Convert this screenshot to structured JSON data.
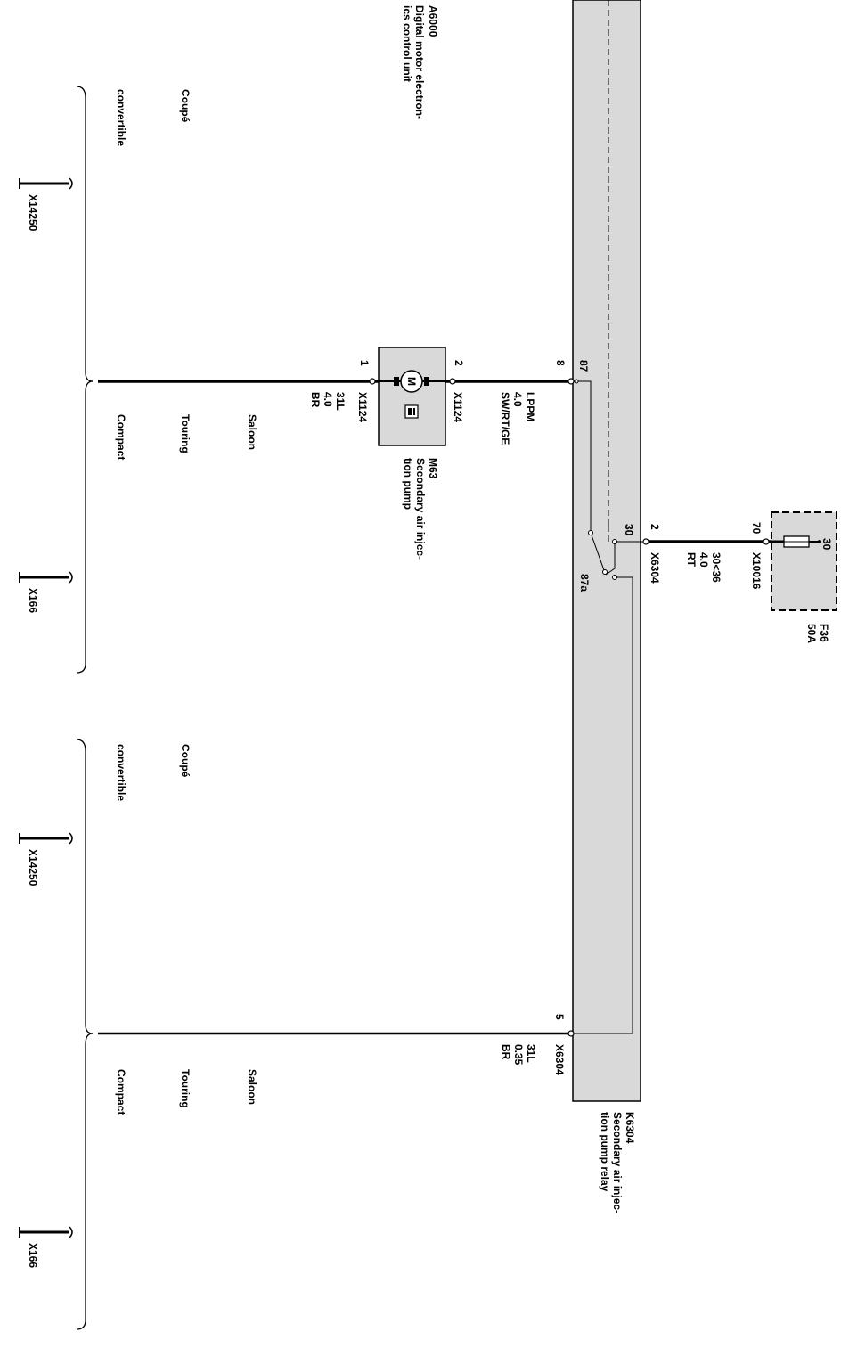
{
  "components": {
    "a6000": {
      "id": "A6000",
      "desc_1": "Digital motor electron-",
      "desc_2": "ics control unit"
    },
    "k6304": {
      "id": "K6304",
      "desc_1": "Secondary air injec-",
      "desc_2": "tion pump relay"
    },
    "m63": {
      "id": "M63",
      "desc_1": "Secondary air injec-",
      "desc_2": "tion pump",
      "motor_symbol": "M"
    },
    "f36": {
      "id": "F36",
      "rating": "50A",
      "pin": "30"
    }
  },
  "wires": {
    "lppm": {
      "name": "LPPM",
      "gauge": "4.0",
      "color": "SW/RT/GE"
    },
    "ground_pump": {
      "name": "31L",
      "gauge": "4.0",
      "color": "BR"
    },
    "supply": {
      "name": "30<36",
      "gauge": "4.0",
      "color": "RT"
    },
    "ground_relay": {
      "name": "31L",
      "gauge": "0.35",
      "color": "BR"
    }
  },
  "connectors": {
    "x1124_top": "X1124",
    "x1124_bottom": "X1124",
    "x6304_supply": "X6304",
    "x6304_ground": "X6304",
    "x10016": "X10016",
    "x14250_a": "X14250",
    "x166_a": "X166",
    "x14250_b": "X14250",
    "x166_b": "X166"
  },
  "pins": {
    "p8": "8",
    "p87": "87",
    "p2_pump": "2",
    "p1_pump": "1",
    "p30_relay": "30",
    "p87a": "87a",
    "p2_supply": "2",
    "p70": "70",
    "p5": "5"
  },
  "variants": {
    "group_a": {
      "convertible": "convertible",
      "coupe": "Coupé",
      "compact": "Compact",
      "touring": "Touring",
      "saloon": "Saloon"
    },
    "group_b": {
      "convertible": "convertible",
      "coupe": "Coupé",
      "compact": "Compact",
      "touring": "Touring",
      "saloon": "Saloon"
    }
  }
}
